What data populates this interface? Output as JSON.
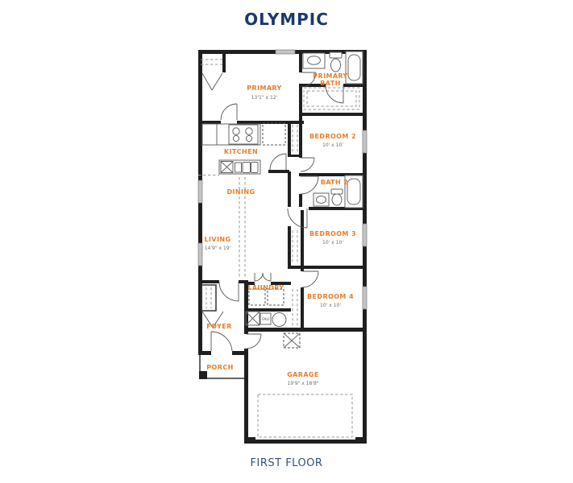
{
  "title": "OLYMPIC",
  "footer": "FIRST FLOOR",
  "colors": {
    "title_navy": "#1c3a6b",
    "footer_navy": "#32507a",
    "room_label_orange": "#e87e2b",
    "dimension_gray": "#6e6e6e",
    "wall_black": "#1f1f1f"
  },
  "rooms": {
    "primary": {
      "label": "PRIMARY",
      "dims": "13'1\" x 12'"
    },
    "primary_bath": {
      "line1": "PRIMARY",
      "line2": "BATH"
    },
    "kitchen": {
      "label": "KITCHEN"
    },
    "dining": {
      "label": "DINING"
    },
    "living": {
      "label": "LIVING",
      "dims": "14'9\" x 19'"
    },
    "bedroom2": {
      "label": "BEDROOM 2",
      "dims": "10' x 10'"
    },
    "bath2": {
      "label": "BATH 2"
    },
    "bedroom3": {
      "label": "BEDROOM 3",
      "dims": "10' x 10'"
    },
    "bedroom4": {
      "label": "BEDROOM 4",
      "dims": "10' x 10'"
    },
    "laundry": {
      "label": "LAUNDRY"
    },
    "foyer": {
      "label": "FOYER"
    },
    "porch": {
      "label": "PORCH"
    },
    "garage": {
      "label": "GARAGE",
      "dims": "19'9\" x 18'8\""
    },
    "utility": {
      "fau": "FAU"
    }
  }
}
